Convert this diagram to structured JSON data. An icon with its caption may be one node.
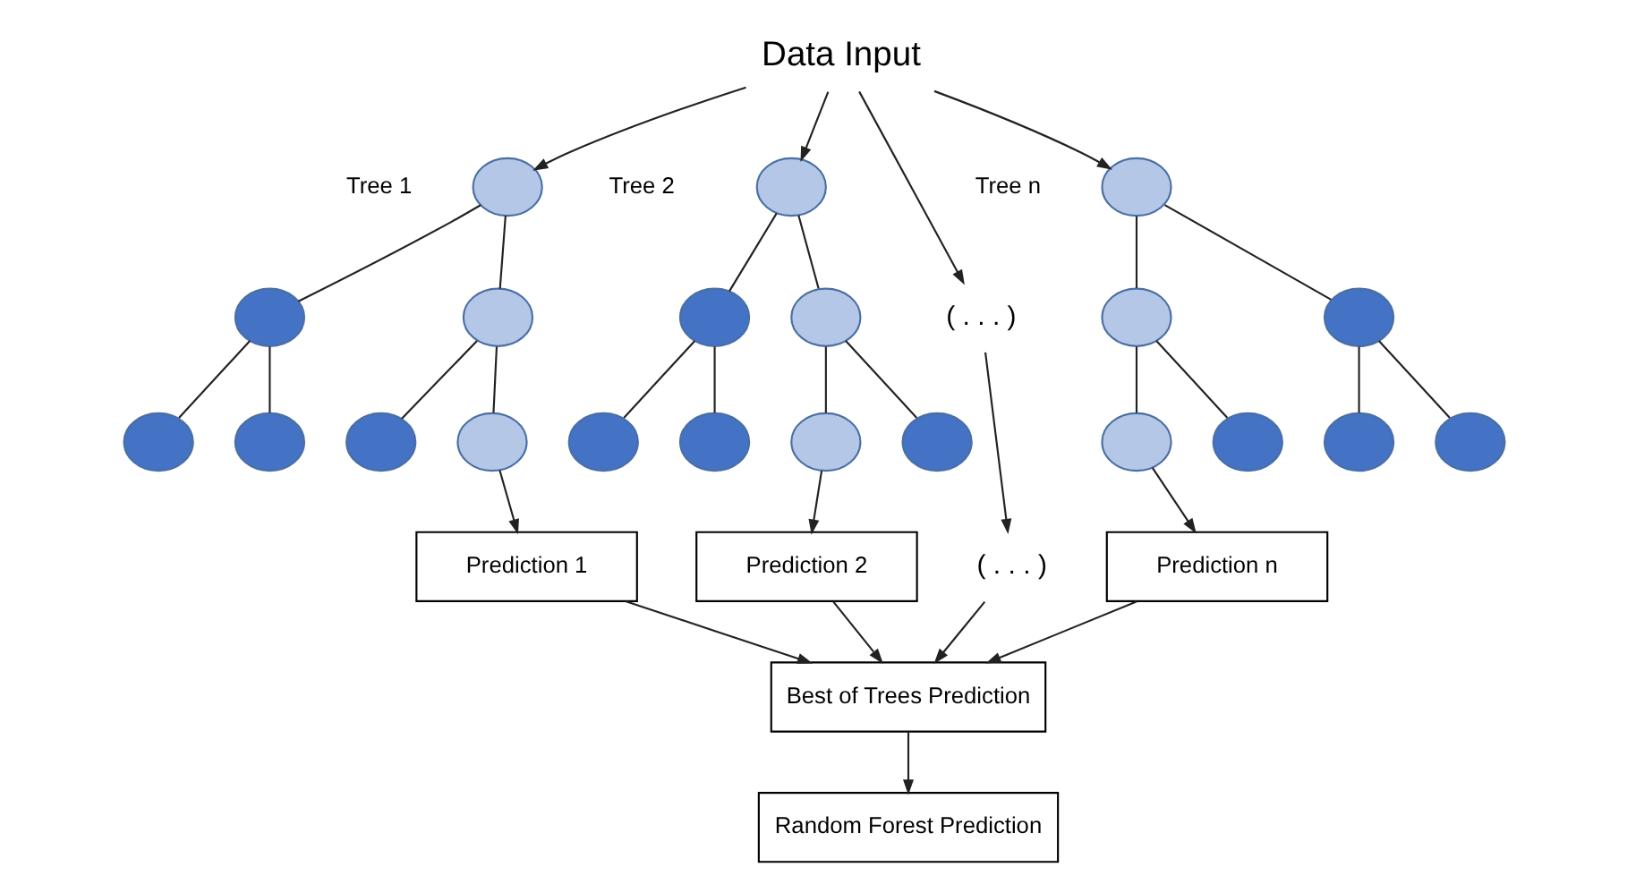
{
  "diagram": {
    "nodes": [
      {
        "text": [
          "Data Input"
        ]
      },
      {
        "text": [],
        "shape": "circle"
      },
      {
        "text": [],
        "shape": "circle"
      },
      {
        "text": [],
        "shape": "circle"
      },
      {
        "text": [],
        "shape": "circle"
      },
      {
        "text": [],
        "shape": "circle"
      },
      {
        "text": [],
        "shape": "circle"
      },
      {
        "text": [],
        "shape": "circle"
      },
      {
        "text": [],
        "shape": "circle"
      },
      {
        "text": [],
        "shape": "circle"
      },
      {
        "text": [],
        "shape": "circle"
      },
      {
        "text": [],
        "shape": "circle"
      },
      {
        "text": [],
        "shape": "circle"
      },
      {
        "text": [],
        "shape": "circle"
      },
      {
        "text": [],
        "shape": "circle"
      },
      {
        "text": [
          "( . . . )"
        ]
      },
      {
        "text": [],
        "shape": "circle"
      },
      {
        "text": [],
        "shape": "circle"
      },
      {
        "text": [],
        "shape": "circle"
      },
      {
        "text": [],
        "shape": "circle"
      },
      {
        "text": [],
        "shape": "circle"
      },
      {
        "text": [],
        "shape": "circle"
      },
      {
        "text": [],
        "shape": "circle"
      },
      {
        "text": [
          "Prediction 1"
        ]
      },
      {
        "text": [
          "Prediction 2"
        ]
      },
      {
        "text": [
          "( . . . )"
        ]
      },
      {
        "text": [
          "Prediction n"
        ]
      },
      {
        "text": [
          "Best of Trees Prediction"
        ]
      },
      {
        "text": [
          "Random Forest Prediction"
        ]
      }
    ],
    "edges": [
      {
        "from": 0,
        "to": 1,
        "arrow": "to"
      },
      {
        "from": 0,
        "to": 8,
        "arrow": "to"
      },
      {
        "from": 0,
        "to": 15,
        "arrow": "to"
      },
      {
        "from": 0,
        "to": 16,
        "arrow": "to"
      },
      {
        "from": 1,
        "to": 2,
        "arrow": "none"
      },
      {
        "from": 1,
        "to": 3,
        "arrow": "none"
      },
      {
        "from": 2,
        "to": 4,
        "arrow": "none"
      },
      {
        "from": 2,
        "to": 5,
        "arrow": "none"
      },
      {
        "from": 3,
        "to": 6,
        "arrow": "none"
      },
      {
        "from": 3,
        "to": 7,
        "arrow": "none"
      },
      {
        "from": 8,
        "to": 9,
        "arrow": "none"
      },
      {
        "from": 8,
        "to": 10,
        "arrow": "none"
      },
      {
        "from": 9,
        "to": 11,
        "arrow": "none"
      },
      {
        "from": 9,
        "to": 12,
        "arrow": "none"
      },
      {
        "from": 10,
        "to": 13,
        "arrow": "none"
      },
      {
        "from": 10,
        "to": 14,
        "arrow": "none"
      },
      {
        "from": 16,
        "to": 17,
        "arrow": "none"
      },
      {
        "from": 16,
        "to": 18,
        "arrow": "none"
      },
      {
        "from": 17,
        "to": 19,
        "arrow": "none"
      },
      {
        "from": 17,
        "to": 20,
        "arrow": "none"
      },
      {
        "from": 18,
        "to": 21,
        "arrow": "none"
      },
      {
        "from": 18,
        "to": 22,
        "arrow": "none"
      },
      {
        "from": 7,
        "to": 23,
        "arrow": "to"
      },
      {
        "from": 13,
        "to": 24,
        "arrow": "to"
      },
      {
        "from": 15,
        "to": 25,
        "arrow": "to"
      },
      {
        "from": 19,
        "to": 26,
        "arrow": "to"
      },
      {
        "from": 23,
        "to": 27,
        "arrow": "to"
      },
      {
        "from": 24,
        "to": 27,
        "arrow": "to"
      },
      {
        "from": 25,
        "to": 27,
        "arrow": "to"
      },
      {
        "from": 26,
        "to": 27,
        "arrow": "to"
      },
      {
        "from": 27,
        "to": 28,
        "arrow": "to"
      }
    ],
    "labels": [
      "Tree 1",
      "Tree 2",
      "Tree n"
    ]
  }
}
